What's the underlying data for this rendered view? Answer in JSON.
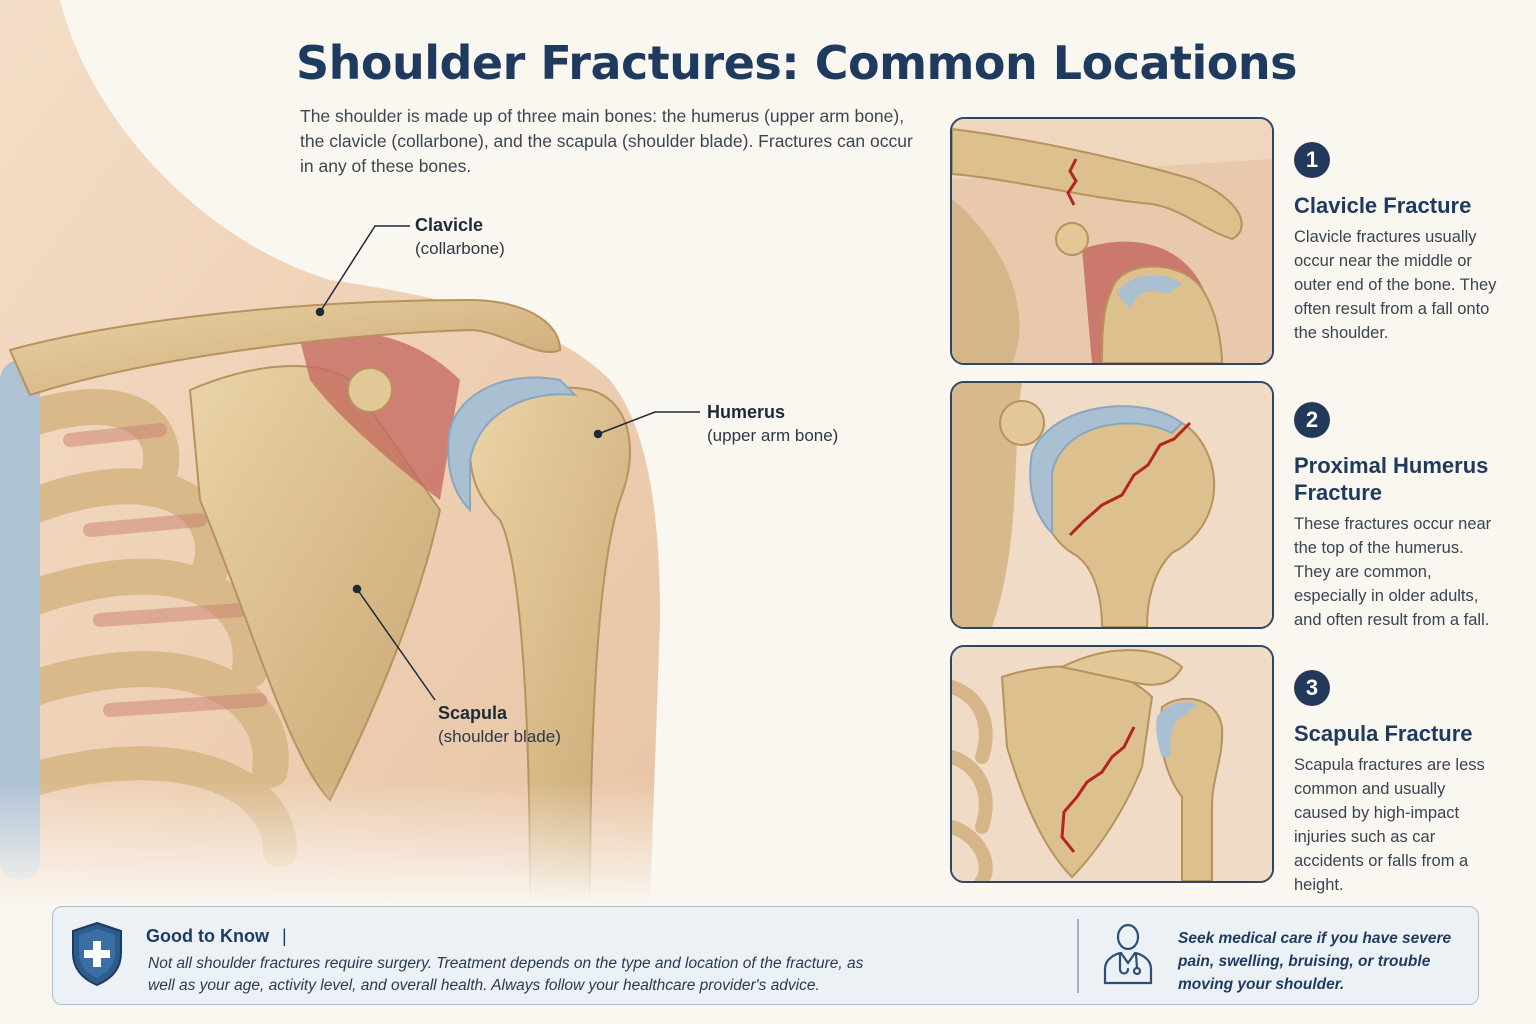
{
  "title": "Shoulder Fractures: Common Locations",
  "intro": "The shoulder is made up of three main bones: the humerus (upper arm bone), the clavicle (collarbone), and the scapula (shoulder blade). Fractures can occur in any of these bones.",
  "labels": {
    "clavicle": {
      "name": "Clavicle",
      "sub": "(collarbone)"
    },
    "humerus": {
      "name": "Humerus",
      "sub": "(upper arm bone)"
    },
    "scapula": {
      "name": "Scapula",
      "sub": "(shoulder blade)"
    }
  },
  "fractures": [
    {
      "number": "1",
      "title": "Clavicle Fracture",
      "text": "Clavicle fractures usually occur near the middle or outer end of the bone. They often result from a fall onto the shoulder."
    },
    {
      "number": "2",
      "title": "Proximal Humerus Fracture",
      "text": "These fractures occur near the top of the humerus. They are common, especially in older adults, and often result from a fall."
    },
    {
      "number": "3",
      "title": "Scapula Fracture",
      "text": "Scapula fractures are less common and usually caused by high-impact injuries such as car accidents or falls from a height."
    }
  ],
  "info": {
    "good_to_know_title": "Good to Know",
    "separator": "|",
    "good_to_know_text": "Not all shoulder fractures require surgery. Treatment depends on the type  and location of the fracture, as well as your age, activity level, and overall health. Always follow your healthcare provider's advice.",
    "seek_care_text": "Seek medical care if you have severe pain, swelling, bruising, or trouble moving your shoulder."
  },
  "icons": {
    "shield": "shield-plus-icon",
    "doctor": "doctor-icon"
  },
  "colors": {
    "navy": "#1f3a5f",
    "bone": "#dcc08e",
    "cartilage": "#a9bfd2",
    "muscle": "#c56b62",
    "skin": "#efd2b6",
    "fracture": "#b3261e"
  }
}
